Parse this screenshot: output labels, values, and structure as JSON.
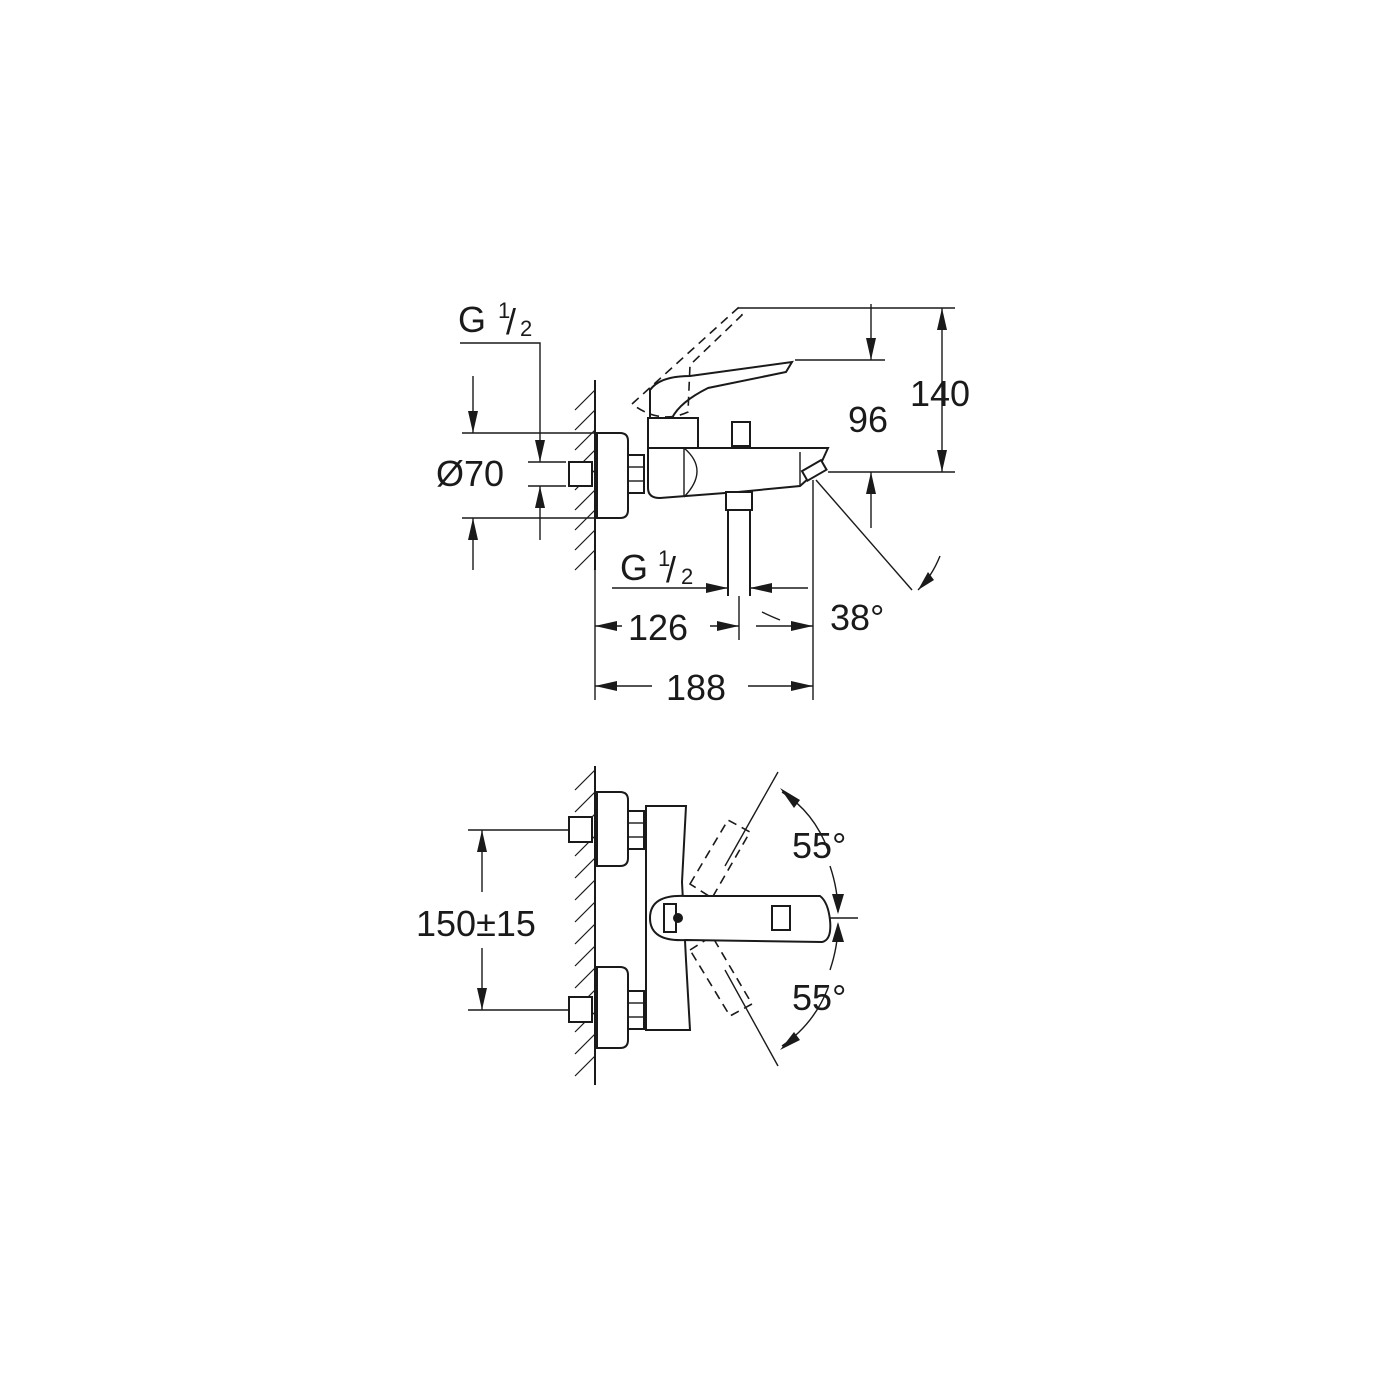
{
  "side_view": {
    "thread_top": {
      "letter": "G",
      "num": "1",
      "den": "2"
    },
    "diameter_label": "Ø70",
    "thread_bottom": {
      "letter": "G",
      "num": "1",
      "den": "2"
    },
    "dim_96": "96",
    "dim_140": "140",
    "dim_126": "126",
    "dim_188": "188",
    "angle_38": "38°"
  },
  "front_view": {
    "centre_distance": "150±15",
    "angle_upper": "55°",
    "angle_lower": "55°"
  }
}
